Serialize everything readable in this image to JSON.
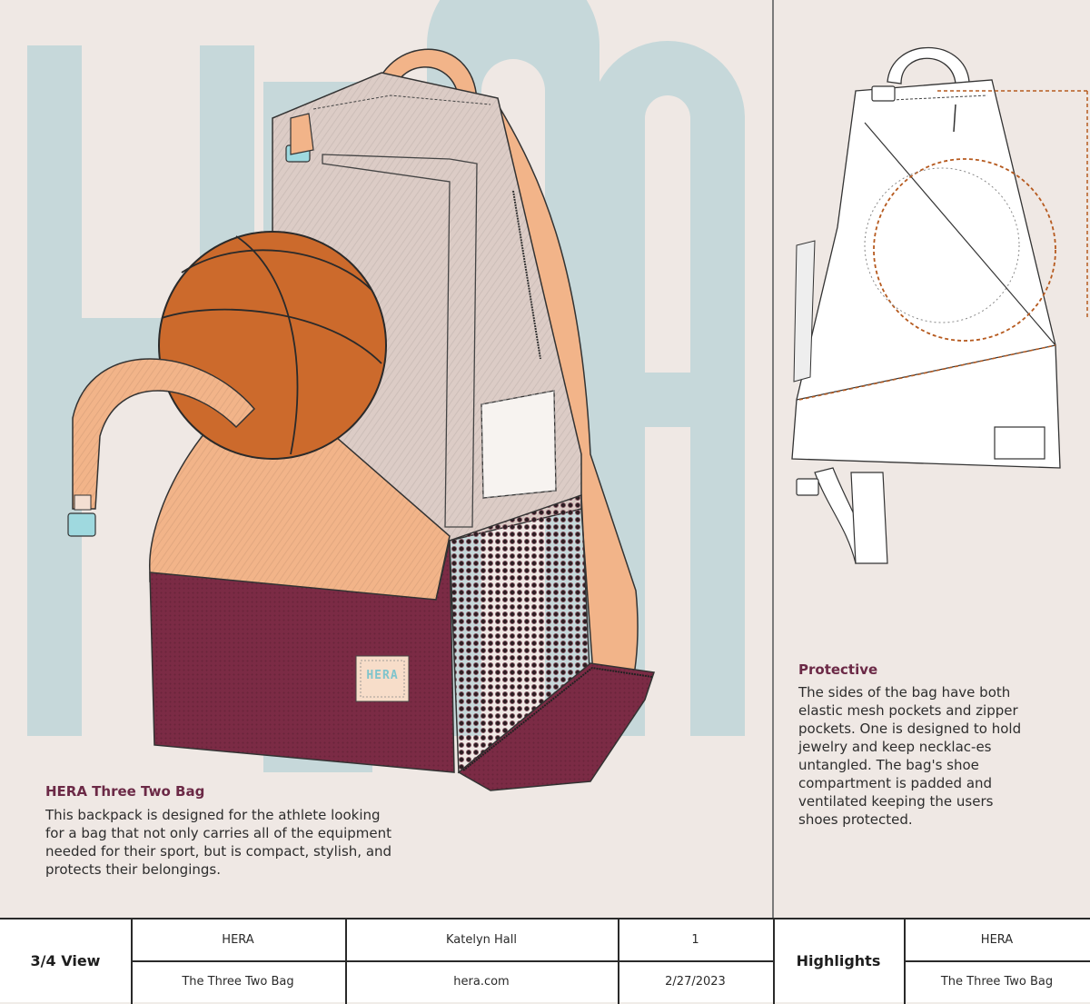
{
  "watermark_text": "HERA",
  "left": {
    "title": "HERA Three Two Bag",
    "body": "This backpack is designed for the athlete looking for a bag that not only carries all of the equipment needed for their sport, but is compact, stylish, and protects their belongings.",
    "illustration": "backpack-3-4-view-illustration",
    "label_text": "HERA"
  },
  "right": {
    "title": "Protective",
    "body": "The sides of the bag have both elastic mesh pockets and zipper pockets. One is designed to hold jewelry and keep necklac-es untangled. The bag's shoe compartment is padded and ventilated keeping the users shoes protected.",
    "illustration": "backpack-line-drawing-illustration"
  },
  "title_block": {
    "view_label": "3/4 View",
    "brand": "HERA",
    "designer": "Katelyn Hall",
    "sheet_number": "1",
    "product_name": "The Three Two Bag",
    "website": "hera.com",
    "date": "2/27/2023",
    "highlights_label": "Highlights",
    "brand_right": "HERA",
    "product_name_right": "The Three Two Bag"
  },
  "colors": {
    "background": "#efe8e4",
    "watermark": "#c6d8da",
    "accent_title": "#6b2946",
    "bag_top": "#dcccc6",
    "bag_side_peach": "#f2b489",
    "bag_bottom": "#7b2b45",
    "basketball": "#cc6a2c",
    "buckle": "#9fd9df",
    "dashed_guide": "#b65a1f"
  }
}
